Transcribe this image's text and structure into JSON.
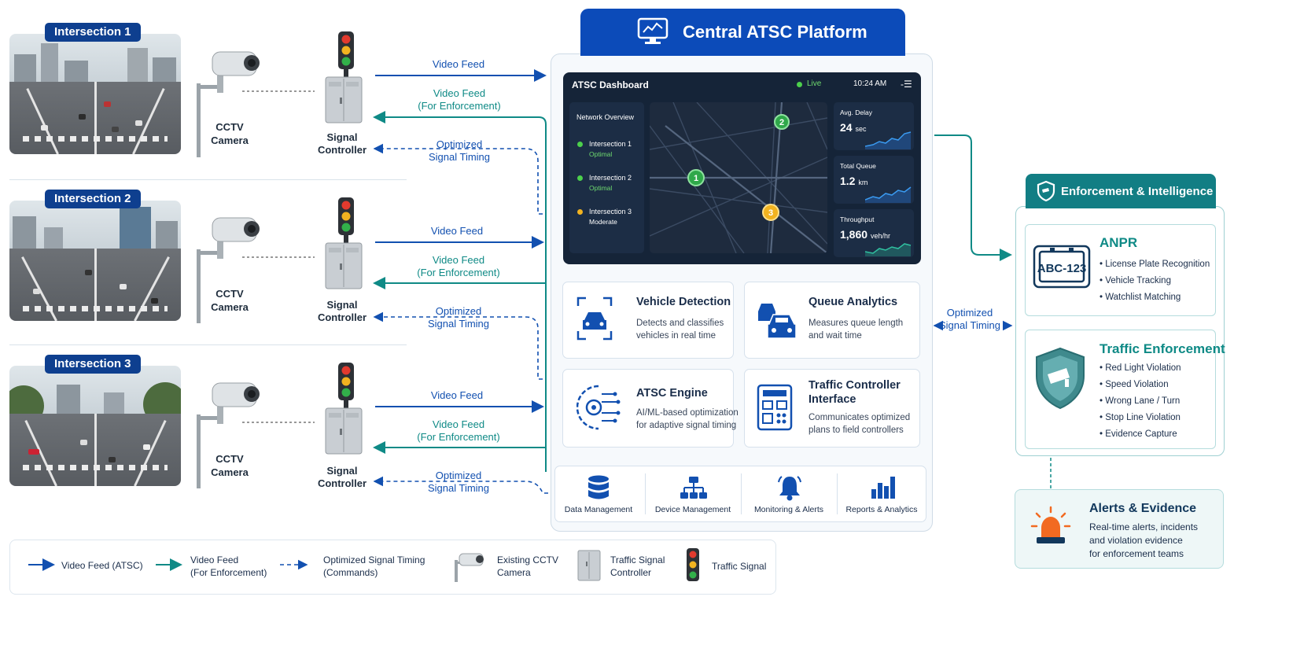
{
  "intersections": [
    {
      "label": "Intersection 1"
    },
    {
      "label": "Intersection 2"
    },
    {
      "label": "Intersection 3"
    }
  ],
  "camera_label": [
    "CCTV",
    "Camera"
  ],
  "controller_label": [
    "Signal",
    "Controller"
  ],
  "flows": {
    "video_feed": "Video Feed",
    "video_feed_enf": [
      "Video Feed",
      "(For Enforcement)"
    ],
    "optimized": [
      "Optimized",
      "Signal Timing"
    ]
  },
  "platform": {
    "title": "Central ATSC Platform",
    "dashboard": {
      "title": "ATSC Dashboard",
      "live": "Live",
      "time": "10:24 AM",
      "network_title": "Network Overview",
      "network_items": [
        {
          "name": "Intersection 1",
          "status": "Optimal"
        },
        {
          "name": "Intersection 2",
          "status": "Optimal"
        },
        {
          "name": "Intersection 3",
          "status": "Moderate"
        }
      ],
      "map_markers": [
        "1",
        "2",
        "3"
      ],
      "kpis": [
        {
          "label": "Avg. Delay",
          "value": "24",
          "unit": "sec"
        },
        {
          "label": "Total Queue",
          "value": "1.2",
          "unit": "km"
        },
        {
          "label": "Throughput",
          "value": "1,860",
          "unit": "veh/hr"
        }
      ]
    },
    "modules": [
      {
        "title": "Vehicle Detection",
        "desc": [
          "Detects and classifies",
          "vehicles in real time"
        ]
      },
      {
        "title": "Queue Analytics",
        "desc": [
          "Measures queue length",
          "and wait time"
        ]
      },
      {
        "title": "ATSC Engine",
        "desc": [
          "AI/ML-based optimization",
          "for adaptive signal timing"
        ]
      },
      {
        "title": "Traffic Controller Interface",
        "desc": [
          "Communicates optimized",
          "plans to field controllers"
        ]
      }
    ],
    "bottom": [
      "Data Management",
      "Device Management",
      "Monitoring & Alerts",
      "Reports & Analytics"
    ]
  },
  "link_label": [
    "Optimized",
    "Signal Timing"
  ],
  "enforcement": {
    "title": "Enforcement & Intelligence",
    "anpr": {
      "title": "ANPR",
      "plate": "ABC-123",
      "items": [
        "License Plate Recognition",
        "Vehicle Tracking",
        "Watchlist Matching"
      ]
    },
    "traffic": {
      "title": "Traffic Enforcement",
      "items": [
        "Red Light Violation",
        "Speed Violation",
        "Wrong Lane / Turn",
        "Stop Line Violation",
        "Evidence Capture"
      ]
    }
  },
  "alerts": {
    "title": "Alerts & Evidence",
    "desc": [
      "Real-time alerts, incidents",
      "and violation evidence",
      "for enforcement teams"
    ]
  },
  "legend": {
    "video_atsc": "Video Feed (ATSC)",
    "video_enf": [
      "Video Feed",
      "(For Enforcement)"
    ],
    "optimized": [
      "Optimized Signal Timing",
      "(Commands)"
    ],
    "cctv": [
      "Existing CCTV",
      "Camera"
    ],
    "controller": [
      "Traffic Signal",
      "Controller"
    ],
    "signal": "Traffic Signal"
  },
  "colors": {
    "blue": "#1250b0",
    "teal": "#0f8a86",
    "navy": "#0c4bb9",
    "enforcement": "#127e84",
    "alert": "#f26a21"
  }
}
